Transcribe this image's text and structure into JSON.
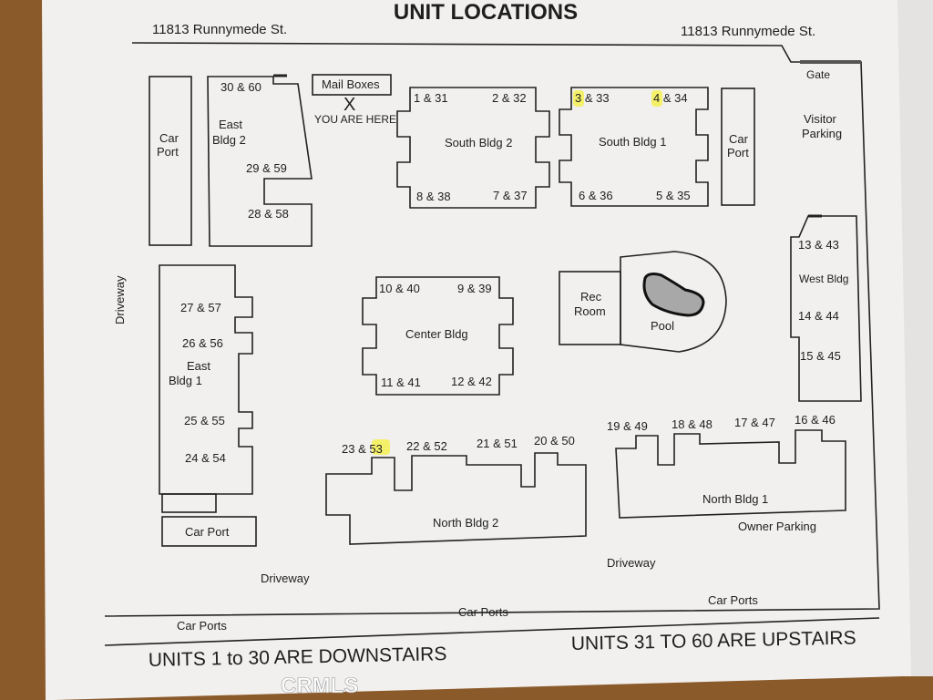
{
  "title": "UNIT LOCATIONS",
  "street": {
    "left": "11813  Runnymede St.",
    "right": "11813  Runnymede St."
  },
  "gate": "Gate",
  "visitor_parking": [
    "Visitor",
    "Parking"
  ],
  "mail": {
    "label": "Mail Boxes",
    "marker": "X",
    "you_are_here": "YOU ARE HERE"
  },
  "driveway": {
    "left": "Driveway",
    "bottom_left": "Driveway",
    "bottom_right": "Driveway"
  },
  "carports": {
    "left_line1": "Car",
    "left_line2": "Port",
    "right_line1": "Car",
    "right_line2": "Port",
    "bottom": "Car Port",
    "row_left": "Car Ports",
    "row_center": "Car Ports",
    "row_right": "Car Ports"
  },
  "owner_parking": "Owner Parking",
  "rec_room": [
    "Rec",
    "Room"
  ],
  "pool": "Pool",
  "buildings": {
    "east2": {
      "name": [
        "East",
        "Bldg 2"
      ],
      "units": [
        "30 & 60",
        "29 & 59",
        "28 & 58"
      ]
    },
    "south2": {
      "name": "South Bldg 2",
      "units": [
        "1 & 31",
        "2 & 32",
        "8 & 38",
        "7 & 37"
      ]
    },
    "south1": {
      "name": "South Bldg 1",
      "units": [
        "3 & 33",
        "4 & 34",
        "6 & 36",
        "5 & 35"
      ]
    },
    "center": {
      "name": "Center Bldg",
      "units": [
        "10 & 40",
        "9 & 39",
        "11 & 41",
        "12 & 42"
      ]
    },
    "east1": {
      "name": [
        "East",
        "Bldg 1"
      ],
      "units": [
        "27 & 57",
        "26 & 56",
        "25 & 55",
        "24 & 54"
      ]
    },
    "west": {
      "name": "West Bldg",
      "units": [
        "13 & 43",
        "14 & 44",
        "15 & 45"
      ]
    },
    "north2": {
      "name": "North Bldg 2",
      "units": [
        "23 & 53",
        "22 & 52",
        "21 & 51",
        "20 & 50"
      ]
    },
    "north1": {
      "name": "North Bldg 1",
      "units": [
        "19 & 49",
        "18 & 48",
        "17 & 47",
        "16 & 46"
      ]
    }
  },
  "highlight_color": "#f5f06a",
  "notes": {
    "downstairs": "UNITS 1 to 30 ARE DOWNSTAIRS",
    "upstairs": "UNITS 31 TO 60 ARE UPSTAIRS"
  },
  "watermark": "CRMLS"
}
